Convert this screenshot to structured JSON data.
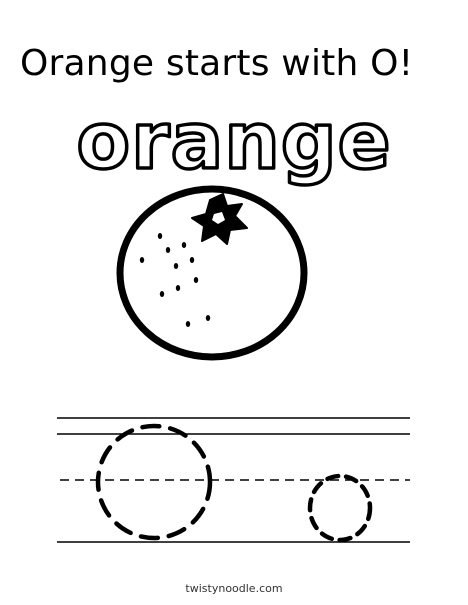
{
  "header": {
    "title": "Orange starts with O!"
  },
  "illustration": {
    "word": "orange",
    "subject": "orange-fruit"
  },
  "tracing": {
    "uppercase_letter": "O",
    "lowercase_letter": "o"
  },
  "footer": {
    "credit": "twistynoodle.com"
  },
  "colors": {
    "ink": "#000000",
    "paper": "#ffffff"
  }
}
